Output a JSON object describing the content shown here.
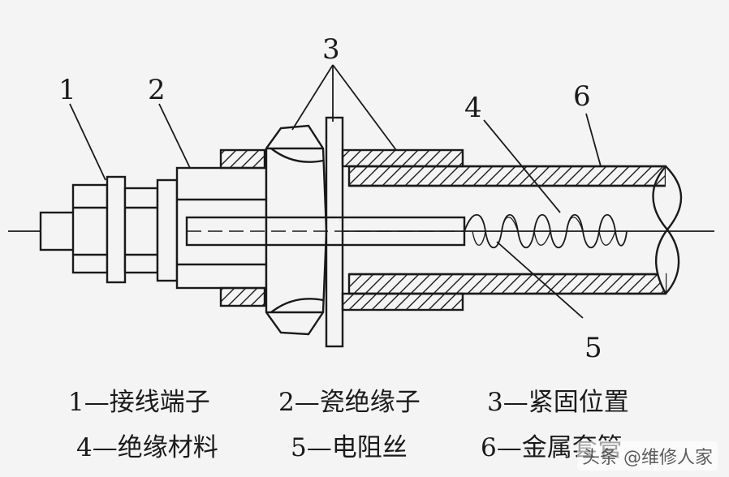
{
  "callouts": {
    "n1": "1",
    "n2": "2",
    "n3": "3",
    "n4": "4",
    "n5": "5",
    "n6": "6"
  },
  "legend": {
    "item1": "1—接线端子",
    "item2": "2—瓷绝缘子",
    "item3": "3—紧固位置",
    "item4": "4—绝缘材料",
    "item5": "5—电阻丝",
    "item6": "6—金属套管"
  },
  "watermark": "头条 @维修人家",
  "colors": {
    "line": "#1a1a1a",
    "background": "#f4f4f4"
  }
}
